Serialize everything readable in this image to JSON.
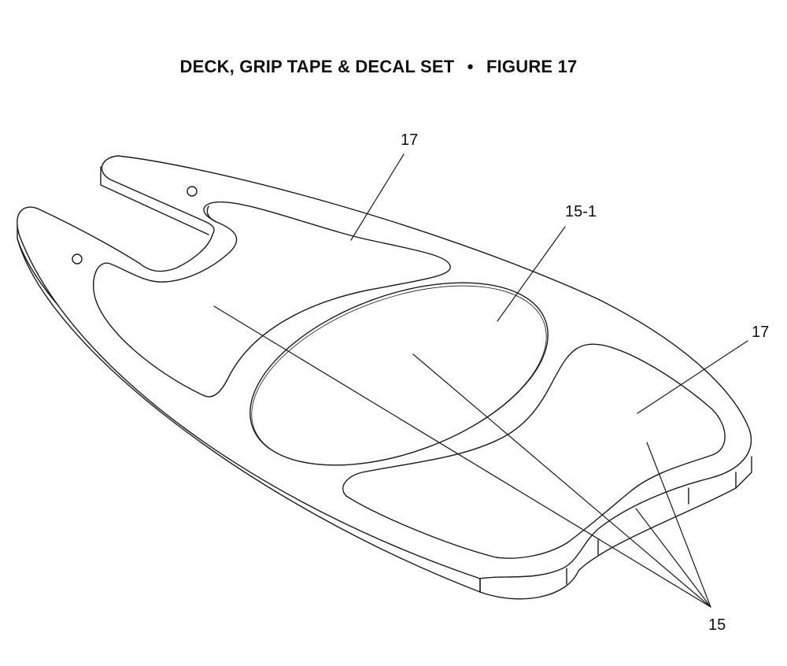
{
  "figure": {
    "title_main": "DECK, GRIP TAPE & DECAL SET",
    "title_separator": "•",
    "title_figure": "FIGURE 17"
  },
  "callouts": {
    "grip_tape_top": "17",
    "decal_center": "15-1",
    "grip_tape_right": "17",
    "decal_set": "15"
  }
}
